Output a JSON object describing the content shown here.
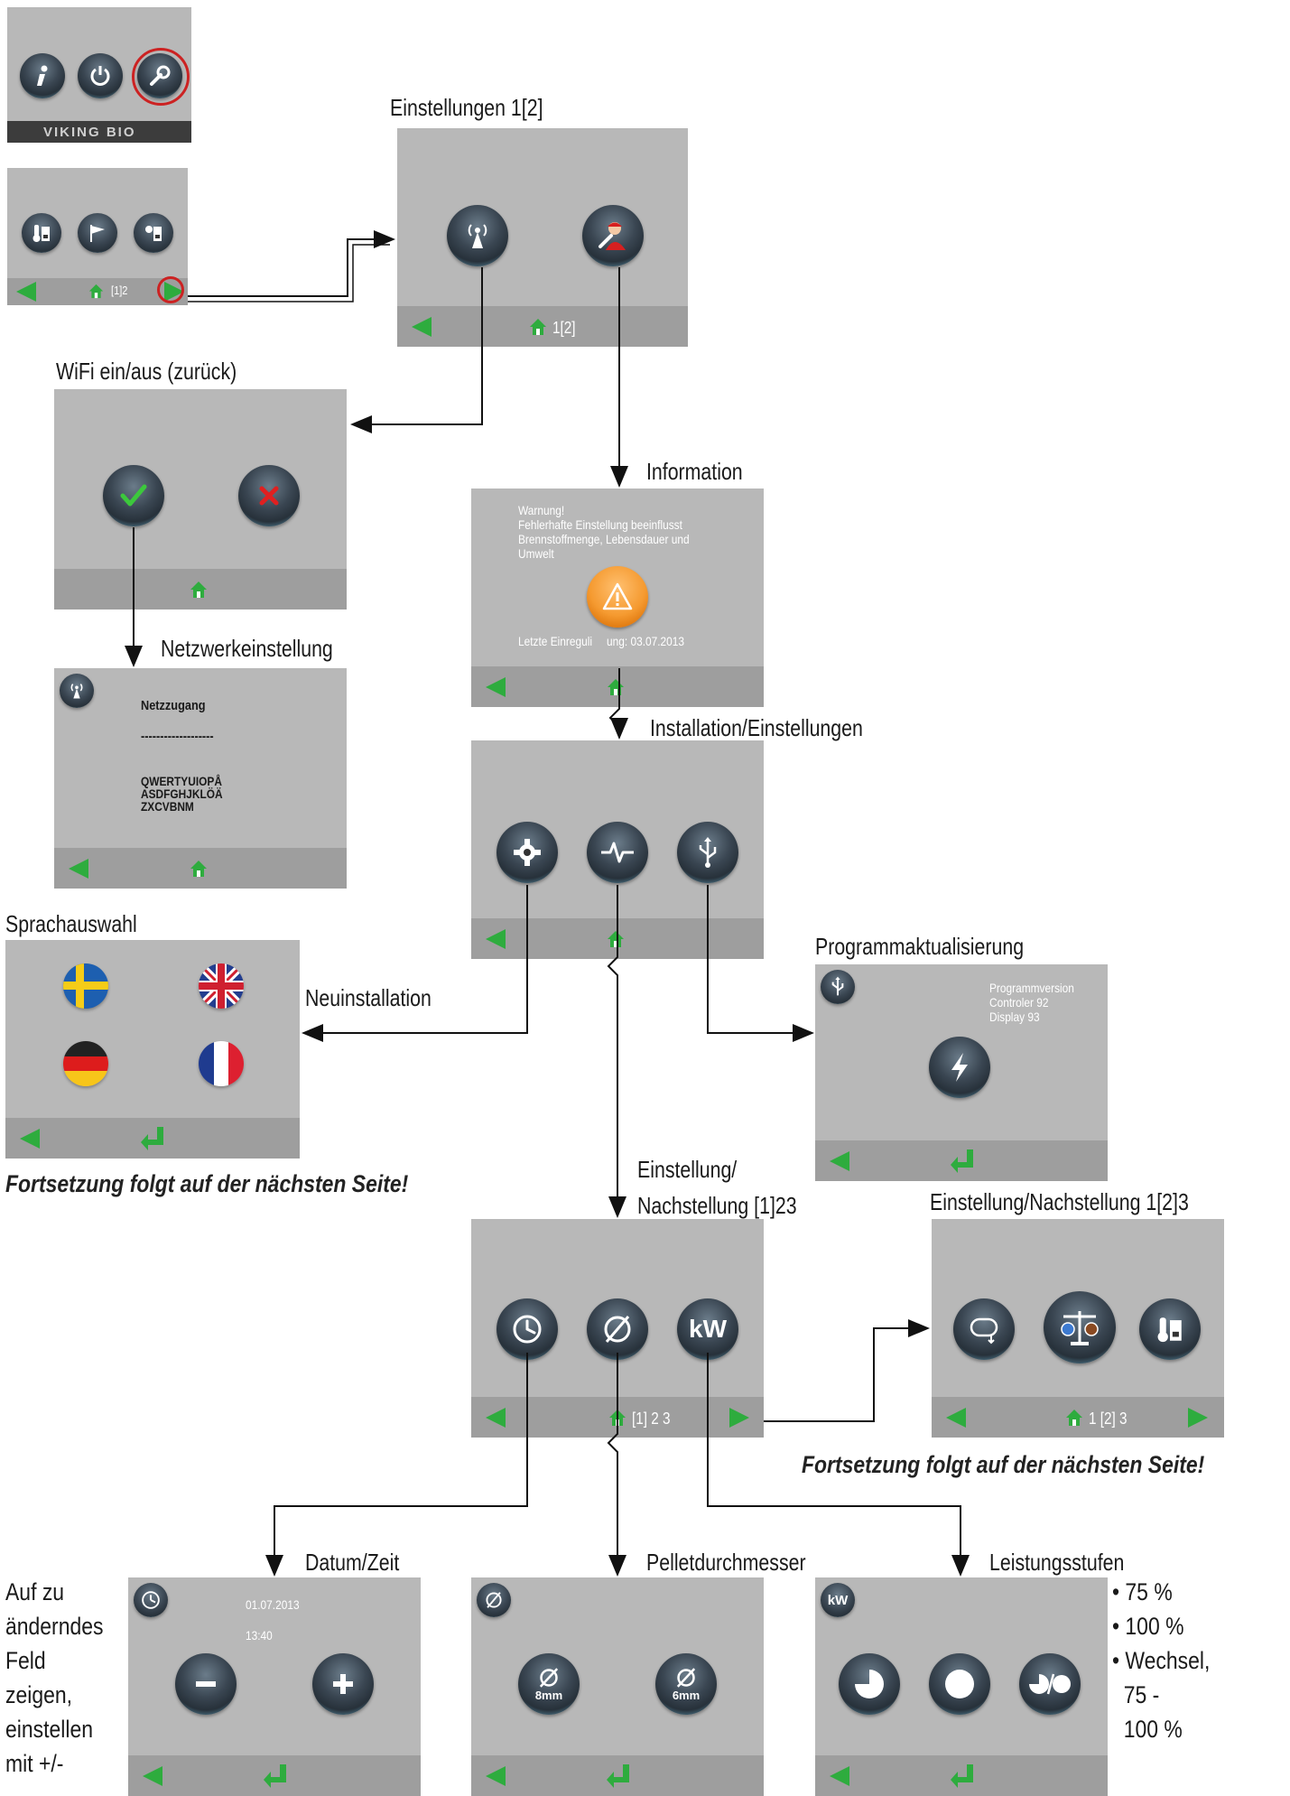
{
  "labels": {
    "einstellungen": "Einstellungen 1[2]",
    "wifi": "WiFi ein/aus (zurück)",
    "information": "Information",
    "netzwerk": "Netzwerkeinstellung",
    "installation": "Installation/Einstellungen",
    "sprachauswahl": "Sprachauswahl",
    "neuinstallation": "Neuinstallation",
    "programm": "Programmaktualisierung",
    "einstellung_a": "Einstellung/",
    "einstellung_b": "Nachstellung [1]23",
    "einstellung2": "Einstellung/Nachstellung 1[2]3",
    "datum": "Datum/Zeit",
    "pellet": "Pelletdurchmesser",
    "leistung": "Leistungsstufen"
  },
  "notes": {
    "fortsetzung1": "Fortsetzung folgt auf der nächsten Seite!",
    "fortsetzung2": "Fortsetzung folgt auf der nächsten Seite!"
  },
  "logo": "VIKING BIO",
  "menu_panel": {
    "page": "[1]2"
  },
  "einstellungen_panel": {
    "page": "1[2]"
  },
  "information_panel": {
    "warning": "Warnung!\nFehlerhafte Einstellung beeinflusst\nBrennstoffmenge, Lebensdauer und\nUmwelt",
    "last": "Letzte Einreguli",
    "last2": "ung: 03.07.2013"
  },
  "netzwerk_panel": {
    "title": "Netzzugang",
    "dashes": "-------------------",
    "keys": "QWERTYUIOPÅ\nASDFGHJKLÖÄ\nZXCVBNM"
  },
  "programm_panel": {
    "info": "Programmversion\nControler 92\nDisplay 93"
  },
  "einst1_panel": {
    "page": "[1] 2 3",
    "kw": "kW"
  },
  "einst2_panel": {
    "page": "1 [2] 3"
  },
  "datum_panel": {
    "date": "01.07.2013",
    "time": "13:40"
  },
  "pellet_panel": {
    "btn1": "8mm",
    "btn2": "6mm"
  },
  "leistung_panel": {
    "kw": "kW"
  },
  "bullets": [
    "• 75 %",
    "• 100 %",
    "• Wechsel,",
    "  75 -",
    "  100 %"
  ],
  "side_text": [
    "Auf zu",
    "änderndes",
    "Feld",
    "zeigen,",
    "einstellen",
    "mit +/-"
  ],
  "colors": {
    "panel": "#b8b8b8",
    "bar": "#9e9e9e",
    "green": "#2eac3e",
    "red_highlight": "#cc2222"
  }
}
